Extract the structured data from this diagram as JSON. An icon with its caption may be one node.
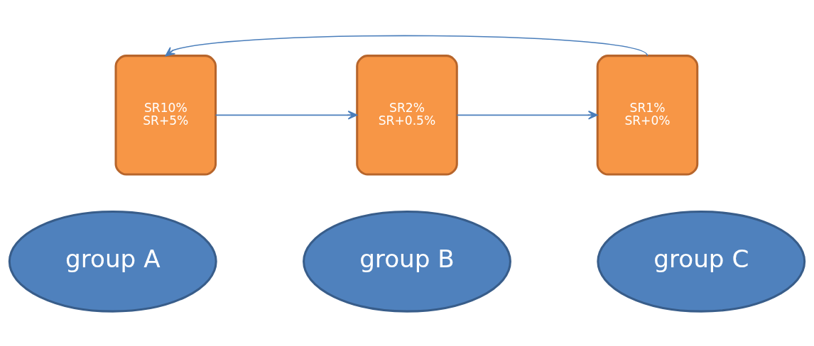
{
  "diagram": {
    "nodes": [
      {
        "text": [
          "SR10%",
          "SR+5%"
        ]
      },
      {
        "text": [
          "SR2%",
          "SR+0.5%"
        ]
      },
      {
        "text": [
          "SR1%",
          "SR+0%"
        ]
      },
      {
        "text": [
          "group A"
        ]
      },
      {
        "text": [
          "group B"
        ]
      },
      {
        "text": [
          "group C"
        ]
      }
    ],
    "edges": [
      {
        "from": 0,
        "to": 1,
        "arrow": "to"
      },
      {
        "from": 1,
        "to": 2,
        "arrow": "to"
      },
      {
        "from": 2,
        "to": 0,
        "arrow": "to"
      }
    ]
  }
}
